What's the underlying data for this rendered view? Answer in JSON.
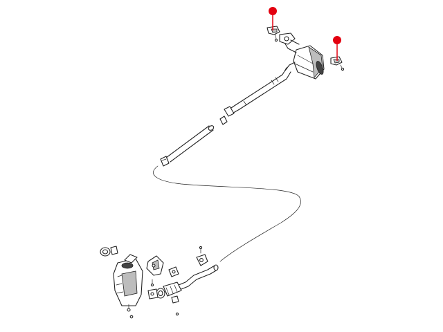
{
  "colors": {
    "background": "#ffffff",
    "line": "#222222",
    "shade": "#bdbdbd",
    "callout_pin": "#e3000f"
  },
  "callouts": [
    {
      "icon": "red-callout-pin",
      "points_to": "left-hanger-bracket"
    },
    {
      "icon": "red-callout-pin",
      "points_to": "right-hanger-bracket"
    }
  ]
}
